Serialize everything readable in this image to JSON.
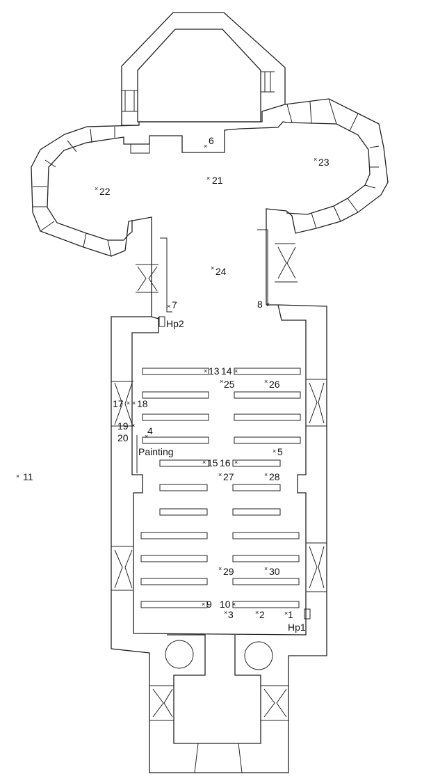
{
  "plan": {
    "points": [
      {
        "label": "1"
      },
      {
        "label": "2"
      },
      {
        "label": "3"
      },
      {
        "label": "4"
      },
      {
        "label": "5"
      },
      {
        "label": "6"
      },
      {
        "label": "7"
      },
      {
        "label": "8"
      },
      {
        "label": "9"
      },
      {
        "label": "10"
      },
      {
        "label": "11"
      },
      {
        "label": "13"
      },
      {
        "label": "14"
      },
      {
        "label": "15"
      },
      {
        "label": "16"
      },
      {
        "label": "17"
      },
      {
        "label": "18"
      },
      {
        "label": "19"
      },
      {
        "label": "20"
      },
      {
        "label": "21"
      },
      {
        "label": "22"
      },
      {
        "label": "23"
      },
      {
        "label": "24"
      },
      {
        "label": "25"
      },
      {
        "label": "26"
      },
      {
        "label": "27"
      },
      {
        "label": "28"
      },
      {
        "label": "29"
      },
      {
        "label": "30"
      }
    ],
    "labels": {
      "painting": "Painting",
      "hp1": "Hp1",
      "hp2": "Hp2"
    }
  }
}
